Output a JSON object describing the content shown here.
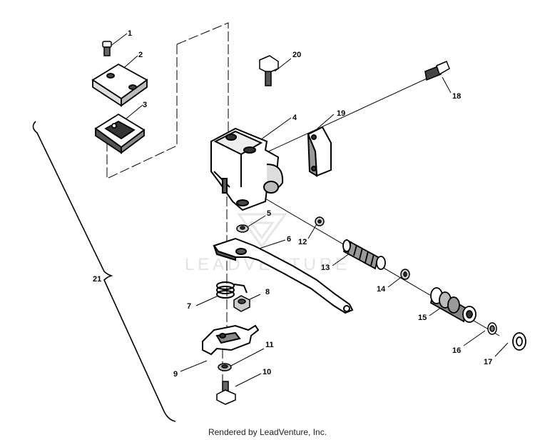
{
  "callouts": {
    "c1": "1",
    "c2": "2",
    "c3": "3",
    "c4": "4",
    "c5": "5",
    "c6": "6",
    "c7": "7",
    "c8": "8",
    "c9": "9",
    "c10": "10",
    "c11": "11",
    "c12": "12",
    "c13": "13",
    "c14": "14",
    "c15": "15",
    "c16": "16",
    "c17": "17",
    "c18": "18",
    "c19": "19",
    "c20": "20",
    "c21": "21"
  },
  "watermark": "LEADVENTURE",
  "footer": "Rendered by LeadVenture, Inc."
}
